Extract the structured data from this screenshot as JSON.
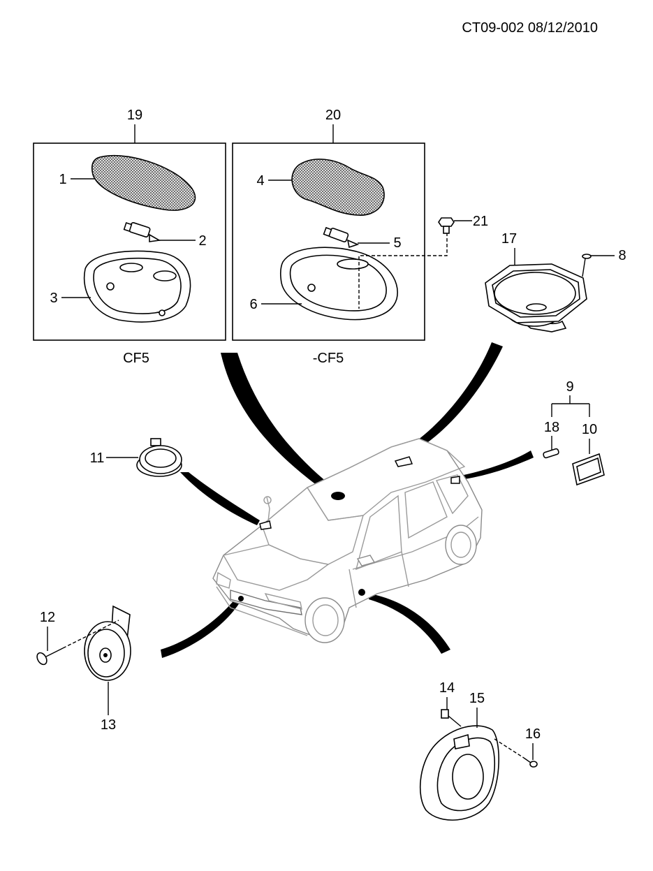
{
  "header": "CT09-002 08/12/2010",
  "groups": {
    "left_box": {
      "number": "19",
      "caption": "CF5"
    },
    "right_box": {
      "number": "20",
      "caption": "-CF5"
    }
  },
  "labels": {
    "p1": "1",
    "p2": "2",
    "p3": "3",
    "p4": "4",
    "p5": "5",
    "p6": "6",
    "p8": "8",
    "p9": "9",
    "p10": "10",
    "p11": "11",
    "p12": "12",
    "p13": "13",
    "p14": "14",
    "p15": "15",
    "p16": "16",
    "p17": "17",
    "p18": "18",
    "p21": "21"
  },
  "colors": {
    "ink": "#000000",
    "car_outline": "#9a9a9a",
    "grille": "#707070"
  }
}
